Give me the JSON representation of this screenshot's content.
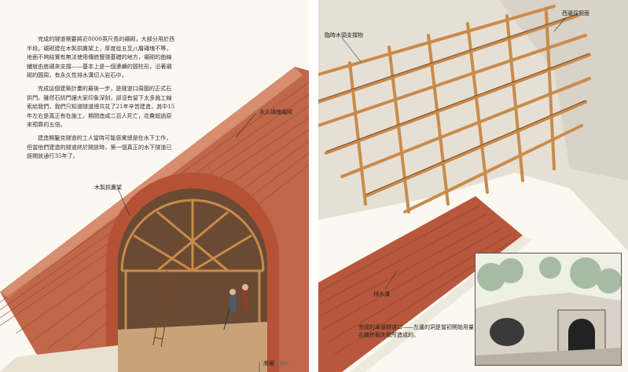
{
  "left_page": {
    "paragraphs": [
      "完成的隧道需要將近8000英尺長的襯砌，大部分用於西半段。襯砌建在木製拱鷹架上，厚度從五至八層磚塊不等，地面不夠結實有無法使用傳統豎隧基礎的地方，襯砌的曲線鋪就由底襯來支撐——基本上是一個連續的圓柱形，沿著襯砌的圓周，有永久性排水溝切入岩石中。",
      "完成這個建築計畫的最後一步，是隧道口周圍的正式石拱門。雖然石拱門讓大家印象深刻，卻沒有留下太多施工線索給我們，我們只知道隧道總共花了21年辛苦建造，其中15年左右是真正有在施工，期間造成二百人死亡，花費超過原來預算的五倍。",
      "建造期鑿克隧道的工人當時可能感覺總是在水下工作，但當他們建造的隧道終於開放時，第一個真正的水下隧道已經開放通行35年了。"
    ],
    "labels": {
      "lining": "永久磚塊襯砌",
      "centering": "木製拱鷹架",
      "invert": "底襯",
      "invert_note": "（翻新）"
    }
  },
  "right_page": {
    "labels": {
      "face": "西邊採掘面",
      "timber": "臨時木頭支撐物",
      "drain": "排水溝"
    },
    "caption": "完成的車道隧道口——左邊的洞是當初開始用量孔機挖掘失敗所造成的。"
  },
  "colors": {
    "brick": "#b8573d",
    "brick_light": "#d78d6f",
    "timber": "#c98b4b",
    "timber_dark": "#7b4a24",
    "rock": "#d9d2c6",
    "page": "#fbf8f1"
  }
}
